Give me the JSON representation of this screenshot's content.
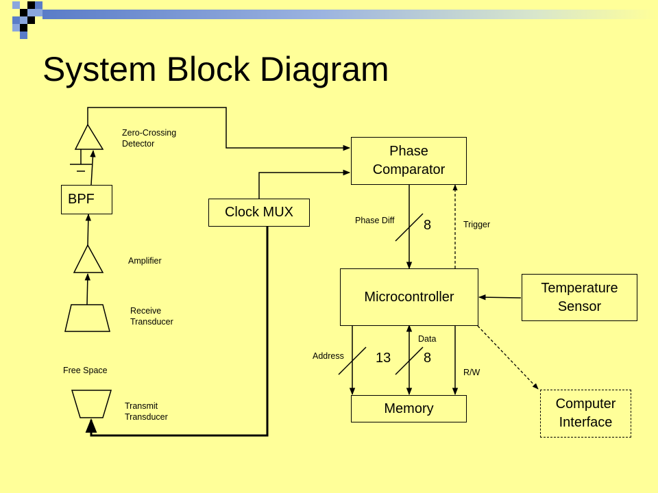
{
  "slide": {
    "title": "System Block Diagram"
  },
  "blocks": {
    "phase_comparator": "Phase\nComparator",
    "bpf": "BPF",
    "clock_mux": "Clock MUX",
    "microcontroller": "Microcontroller",
    "temperature_sensor": "Temperature\nSensor",
    "memory": "Memory",
    "computer_interface": "Computer\nInterface"
  },
  "labels": {
    "zero_crossing_detector": "Zero-Crossing\nDetector",
    "amplifier": "Amplifier",
    "receive_transducer": "Receive\nTransducer",
    "free_space": "Free Space",
    "transmit_transducer": "Transmit\nTransducer",
    "phase_diff": "Phase Diff",
    "trigger": "Trigger",
    "address": "Address",
    "data": "Data",
    "rw": "R/W"
  },
  "bus_widths": {
    "phase_diff": "8",
    "address": "13",
    "data": "8"
  },
  "colors": {
    "background": "#ffff99",
    "line": "#000000",
    "accent_blue": "#5a7cc8"
  }
}
